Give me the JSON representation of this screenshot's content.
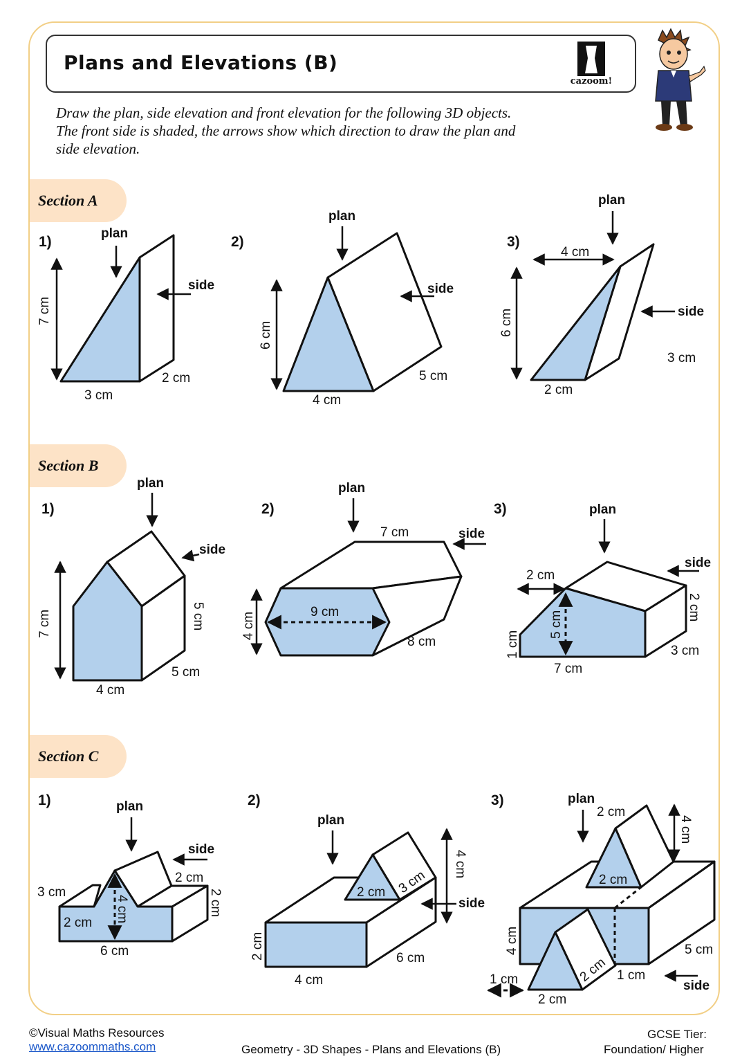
{
  "title": "Plans and Elevations (B)",
  "logo": {
    "text": "cazoom!"
  },
  "instructions": [
    "Draw the plan, side elevation and front elevation for the following 3D objects.",
    "The front side is shaded, the arrows show which direction to draw the plan and",
    "side elevation."
  ],
  "sections": {
    "a": "Section A",
    "b": "Section B",
    "c": "Section C"
  },
  "qnums": {
    "q1": "1)",
    "q2": "2)",
    "q3": "3)"
  },
  "arrow_labels": {
    "plan": "plan",
    "side": "side"
  },
  "A1": {
    "h": "7 cm",
    "w": "3 cm",
    "d": "2 cm"
  },
  "A2": {
    "h": "6 cm",
    "w": "4 cm",
    "d": "5 cm"
  },
  "A3": {
    "top": "4 cm",
    "h": "6 cm",
    "w": "2 cm",
    "d": "3 cm"
  },
  "B1": {
    "h": "7 cm",
    "w": "4 cm",
    "d": "5 cm",
    "s": "5 cm"
  },
  "B2": {
    "top": "7 cm",
    "mid": "9 cm",
    "h": "4 cm",
    "d": "8 cm"
  },
  "B3": {
    "a": "2 cm",
    "b": "5 cm",
    "c": "1 cm",
    "w": "7 cm",
    "d": "3 cm",
    "s": "2 cm"
  },
  "C1": {
    "a": "3 cm",
    "b": "2 cm",
    "c": "4 cm",
    "w": "6 cm",
    "d": "2 cm",
    "e": "2 cm"
  },
  "C2": {
    "a": "2 cm",
    "b": "3 cm",
    "c": "4 cm",
    "h": "2 cm",
    "w": "4 cm",
    "d": "6 cm"
  },
  "C3": {
    "a": "2 cm",
    "b": "4 cm",
    "c": "2 cm",
    "h": "4 cm",
    "d": "5 cm",
    "e": "1 cm",
    "f": "1 cm",
    "g": "2 cm",
    "i": "2 cm"
  },
  "footer": {
    "copyright": "©Visual Maths Resources",
    "url": "www.cazoommaths.com",
    "center": "Geometry - 3D Shapes - Plans and Elevations (B)",
    "tier1": "GCSE Tier:",
    "tier2": "Foundation/ Higher"
  },
  "colors": {
    "shade": "#b3d0ec",
    "frame": "#f2cf86",
    "tab": "#fde3c7"
  }
}
